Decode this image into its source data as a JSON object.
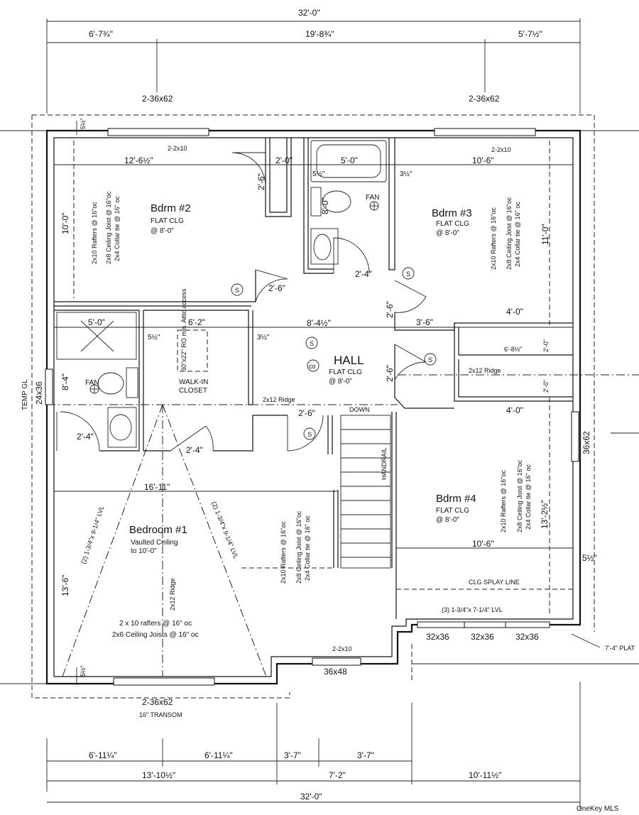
{
  "overall": {
    "top_total": "32'-0\"",
    "bottom_total": "32'-0\""
  },
  "top_dims": [
    "6'-7¾\"",
    "19'-8¾\"",
    "5'-7½\""
  ],
  "top_windows": [
    "2-36x62",
    "2-36x62"
  ],
  "bottom_dims_row1": [
    "6'-11¼\"",
    "6'-11¼\"",
    "3'-7\"",
    "3'-7\""
  ],
  "bottom_dims_row2": [
    "13'-10½\"",
    "7'-2\"",
    "10'-11½\""
  ],
  "bedroom2": {
    "name": "Bdrm #2",
    "ceiling": "FLAT CLG",
    "height": "@  8'-0\"",
    "width": "12'-6½\"",
    "depth": "10'-0\"",
    "header": "2-2x10",
    "framing": [
      "2x10 Rafters @ 16\"oc",
      "2x8 Ceiling Joist @ 16\"oc",
      "2x4 Collar tie @ 16\" oc"
    ]
  },
  "bedroom3": {
    "name": "Bdrm #3",
    "ceiling": "FLAT CLG",
    "height": "@  8'-0\"",
    "width": "10'-6\"",
    "depth": "11'-0\"",
    "header": "2-2x10",
    "framing": [
      "2x10 Rafters @ 16\"oc",
      "2x8 Ceiling Joist @ 16\"oc",
      "2x4 Collar tie @ 16\" oc"
    ]
  },
  "bedroom4": {
    "name": "Bdrm #4",
    "ceiling": "FLAT CLG",
    "height": "@  8'-0\"",
    "width": "10'-6\"",
    "depth": "13'-2½\"",
    "framing": [
      "2x10 Rafters @ 16\"oc",
      "2x8 Ceiling Joist @ 16\"oc",
      "2x4 Collar tie @ 16\" oc"
    ]
  },
  "bedroom1": {
    "name": "Bedroom #1",
    "ceiling": "Vaulted Ceiling",
    "height": "to 10'-0\"",
    "width": "16'-11\"",
    "depth": "13'-6\"",
    "ridge": "2x12 Ridge",
    "rafters": "2 x 10 rafters @ 16\" oc",
    "joists": "2x6 Ceiling Joists @ 16\" oc",
    "lvl_left": "(2) 1-3/4\"x 9-1/4\" LVL",
    "lvl_right": "(2) 1-3/4\"x 9-1/4\" LVL",
    "framing": [
      "2x10 Rafters @ 16\"oc",
      "2x8 Ceiling Joist @ 16\"oc",
      "2x4 Collar tie @ 16\" oc"
    ]
  },
  "hall": {
    "name": "HALL",
    "ceiling": "FLAT CLG",
    "height": "@  8'-0\"",
    "width": "8'-4½\"",
    "stair": "DOWN",
    "handrail": "HANDRAIL",
    "co": "co",
    "ridge": "2x12 Ridge"
  },
  "bath_top": {
    "tub": "5'-0\"",
    "fan": "FAN",
    "dim_a": "5½\"",
    "dim_b": "3½\"",
    "depth": "8'-0\"",
    "door": "2'-4\""
  },
  "bath_left": {
    "shower": "5'-0\"",
    "fan": "FAN",
    "depth": "8'-4\"",
    "dim": "5½\"",
    "door": "2'-4\""
  },
  "closet": {
    "name": "WALK-IN",
    "name2": "CLOSET",
    "width": "6'-2\"",
    "dim": "3½\"",
    "access": "30\"x22\" RO min. Attic access",
    "door": "2'-4\""
  },
  "closets_right": {
    "width": "4'-0\"",
    "width2": "4'-0\"",
    "inner": "6'-8½\"",
    "d1": "2'-0\"",
    "d2": "2'-0\"",
    "ridge": "2x12 Ridge"
  },
  "doors": {
    "bed2_closet": "2'-0\"",
    "bed2_closet_v": "2'-6\"",
    "bed2": "2'-6\"",
    "bed3": "2'-6\"",
    "bed3_closet": "3'-6\"",
    "bed4": "2'-6\"",
    "hall_closet": "2'-6\"",
    "bed1_closet": "2'-4\"",
    "bed1_bath": "2'-4\""
  },
  "smoke": "S",
  "windows": {
    "bed1": "2-36x62",
    "bed1_transom": "16\" TRANSOM",
    "bed4_side": "36x62",
    "left_side": "24x36",
    "front": [
      "32x36",
      "32x36",
      "32x36"
    ],
    "entry": "36x48",
    "entry_header": "2-2x10"
  },
  "labels": {
    "temp_gl": "TEMP GL",
    "splay": "CLG SPLAY LINE",
    "lvl_front": "(3) 1-3/4\"x 7-1/4\" LVL",
    "side_right": "5½\"",
    "top_left": "5½\"",
    "left_bottom": "5½\"",
    "platform": "7'-4\" PLAT",
    "watermark": "OneKey MLS"
  }
}
